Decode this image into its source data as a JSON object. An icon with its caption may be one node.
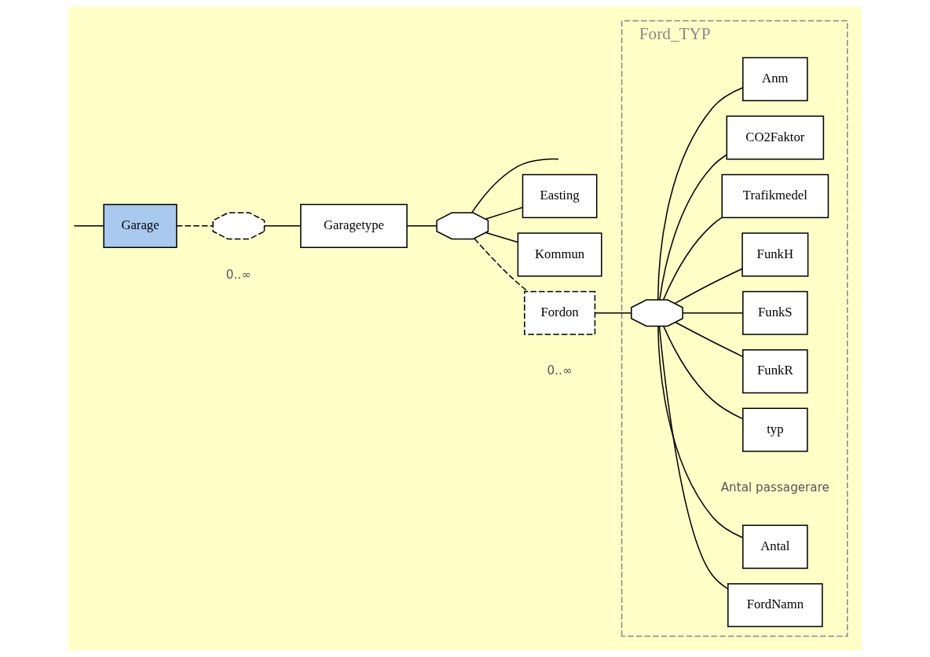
{
  "diagram": {
    "nodes": [
      {
        "text": [
          "Garage"
        ]
      },
      {
        "text": [],
        "shape": "octagon",
        "beside": [
          "0..∞"
        ]
      },
      {
        "text": [
          "Garagetype"
        ]
      },
      {
        "text": [],
        "shape": "octagon"
      },
      {
        "text": [
          "Easting"
        ]
      },
      {
        "text": [
          "Kommun"
        ]
      },
      {
        "text": [
          "Fordon"
        ],
        "beside": [
          "0..∞"
        ]
      },
      {
        "text": [
          "Ford_TYP"
        ]
      },
      {
        "text": [],
        "shape": "octagon",
        "in": 7
      },
      {
        "text": [
          "FordNamn"
        ],
        "in": 7
      },
      {
        "text": [
          "Antal"
        ],
        "in": 7,
        "beside": [
          "Antal passagerare"
        ]
      },
      {
        "text": [
          "typ"
        ],
        "in": 7
      },
      {
        "text": [
          "FunkR"
        ],
        "in": 7
      },
      {
        "text": [
          "FunkS"
        ],
        "in": 7
      },
      {
        "text": [
          "FunkH"
        ],
        "in": 7
      },
      {
        "text": [
          "Trafikmedel"
        ],
        "in": 7
      },
      {
        "text": [
          "CO2Faktor"
        ],
        "in": 7
      },
      {
        "text": [
          "Anm"
        ],
        "in": 7
      }
    ],
    "edges": [
      {
        "from": null,
        "to": 0,
        "arrow": "none"
      },
      {
        "from": 0,
        "to": 1,
        "arrow": "none",
        "style": "dashed"
      },
      {
        "from": 1,
        "to": 2,
        "arrow": "none"
      },
      {
        "from": 2,
        "to": 3,
        "arrow": "none"
      },
      {
        "from": 3,
        "to": null,
        "arrow": "none"
      },
      {
        "from": 3,
        "to": 4,
        "arrow": "none"
      },
      {
        "from": 3,
        "to": 5,
        "arrow": "none"
      },
      {
        "from": 3,
        "to": 6,
        "arrow": "none",
        "style": "dashed"
      },
      {
        "from": 6,
        "to": 8,
        "arrow": "none"
      },
      {
        "from": 8,
        "to": 9,
        "arrow": "none"
      },
      {
        "from": 8,
        "to": 10,
        "arrow": "none"
      },
      {
        "from": 8,
        "to": 11,
        "arrow": "none"
      },
      {
        "from": 8,
        "to": 12,
        "arrow": "none"
      },
      {
        "from": 8,
        "to": 13,
        "arrow": "none"
      },
      {
        "from": 8,
        "to": 14,
        "arrow": "none"
      },
      {
        "from": 8,
        "to": 15,
        "arrow": "none"
      },
      {
        "from": 8,
        "to": 16,
        "arrow": "none"
      },
      {
        "from": 8,
        "to": 17,
        "arrow": "none"
      }
    ]
  }
}
